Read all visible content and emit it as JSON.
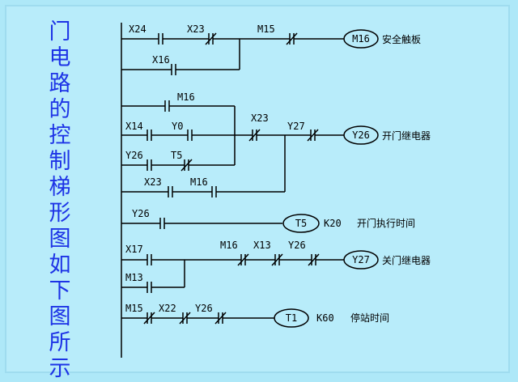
{
  "title_chars": [
    "门",
    "电",
    "路",
    "的",
    "控",
    "制",
    "梯",
    "形",
    "图",
    "如",
    "下",
    "图",
    "所",
    "示"
  ],
  "labels": {
    "x24": "X24",
    "x23_r1": "X23",
    "m15_r1": "M15",
    "x16": "X16",
    "m16_coil": "M16",
    "coil1_text": "安全触板",
    "m16_r2": "M16",
    "x14": "X14",
    "y0": "Y0",
    "x23_r2": "X23",
    "y27_r2": "Y27",
    "y26_r2": "Y26",
    "t5_contact": "T5",
    "x23_r2b": "X23",
    "m16_r2b": "M16",
    "y26_coil": "Y26",
    "coil2_text": "开门继电器",
    "y26_r3": "Y26",
    "t5_coil": "T5",
    "k20": "K20",
    "coil3_text": "开门执行时间",
    "x17": "X17",
    "m16_r4": "M16",
    "x13": "X13",
    "y26_r4": "Y26",
    "m13": "M13",
    "y27_coil": "Y27",
    "coil4_text": "关门继电器",
    "m15_r5": "M15",
    "x22": "X22",
    "y26_r5": "Y26",
    "t1_coil": "T1",
    "k60": "K60",
    "coil5_text": "停站时间"
  },
  "colors": {
    "background": "#aee8f8",
    "title": "#1d33e6",
    "lines": "#000000"
  }
}
